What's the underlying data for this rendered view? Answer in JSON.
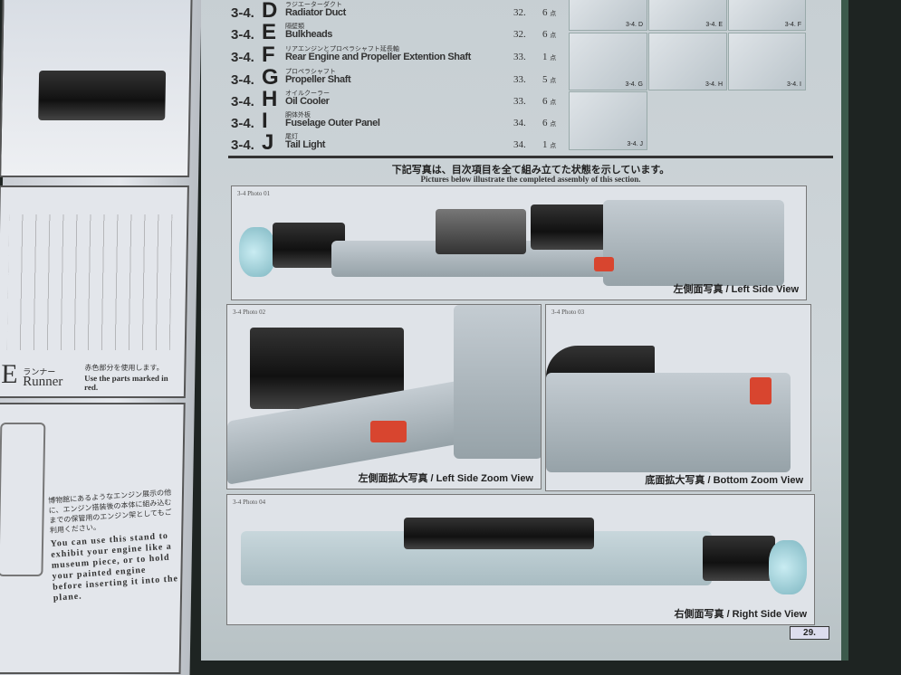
{
  "toc": [
    {
      "num": "3-4.",
      "letter": "D",
      "jp": "ラジエーターダクト",
      "en": "Radiator Duct",
      "page": "32.",
      "count": "6"
    },
    {
      "num": "3-4.",
      "letter": "E",
      "jp": "隔壁類",
      "en": "Bulkheads",
      "page": "32.",
      "count": "6"
    },
    {
      "num": "3-4.",
      "letter": "F",
      "jp": "リアエンジンとプロペラシャフト延長軸",
      "en": "Rear Engine and Propeller Extention Shaft",
      "page": "33.",
      "count": "1"
    },
    {
      "num": "3-4.",
      "letter": "G",
      "jp": "プロペラシャフト",
      "en": "Propeller Shaft",
      "page": "33.",
      "count": "5"
    },
    {
      "num": "3-4.",
      "letter": "H",
      "jp": "オイルクーラー",
      "en": "Oil Cooler",
      "page": "33.",
      "count": "6"
    },
    {
      "num": "3-4.",
      "letter": "I",
      "jp": "胴体外板",
      "en": "Fuselage Outer Panel",
      "page": "34.",
      "count": "6"
    },
    {
      "num": "3-4.",
      "letter": "J",
      "jp": "尾灯",
      "en": "Tail Light",
      "page": "34.",
      "count": "1"
    }
  ],
  "count_suffix": "点",
  "thumbs": [
    "3-4. D",
    "3-4. E",
    "3-4. F",
    "3-4. G",
    "3-4. H",
    "3-4. I",
    "3-4. J"
  ],
  "intro": {
    "jp": "下記写真は、目次項目を全て組み立てた状態を示しています。",
    "en": "Pictures below illustrate the completed assembly of this section."
  },
  "photos": [
    {
      "label": "3-4 Photo  01",
      "caption": "左側面写真 / Left Side View"
    },
    {
      "label": "3-4 Photo  02",
      "caption": "左側面拡大写真 / Left Side Zoom View"
    },
    {
      "label": "3-4 Photo  03",
      "caption": "底面拡大写真 / Bottom Zoom View"
    },
    {
      "label": "3-4 Photo  04",
      "caption": "右側面写真 / Right Side View"
    }
  ],
  "page_number": "29.",
  "left_page": {
    "runner_letter": "E",
    "runner_jp": "ランナー",
    "runner_en": "Runner",
    "runner_note_jp": "赤色部分を使用します。",
    "runner_note_en": "Use the parts marked in red.",
    "stand_jp": "博物館にあるようなエンジン展示の他に、エンジン搭装後の本体に組み込むまでの保管用のエンジン架としてもご利用ください。",
    "stand_en": "You can use this stand to exhibit your engine like a museum piece, or to hold your painted engine before inserting it into the plane."
  }
}
